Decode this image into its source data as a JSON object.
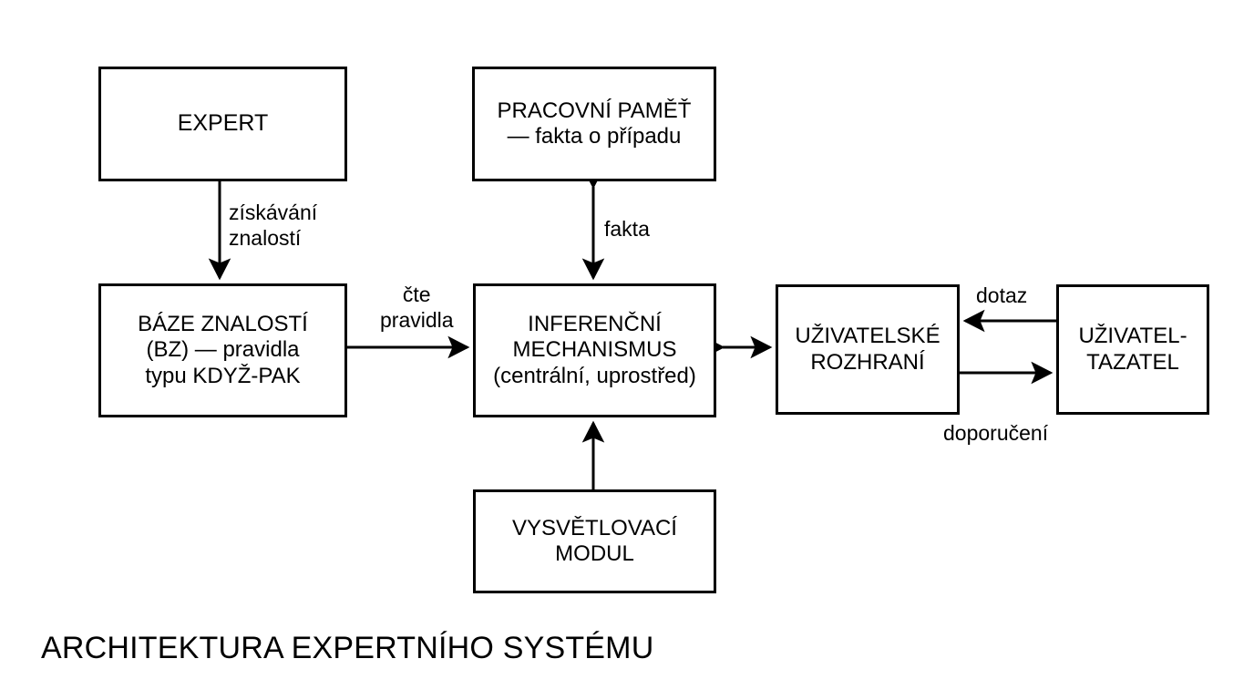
{
  "diagram": {
    "caption": "ARCHITEKTURA EXPERTNÍHO SYSTÉMU",
    "colors": {
      "background": "#ffffff",
      "stroke": "#000000",
      "text": "#000000"
    },
    "nodes": [
      {
        "id": "expert",
        "label": "EXPERT"
      },
      {
        "id": "wm",
        "label": "PRACOVNÍ PAMĚŤ\n— fakta o případu"
      },
      {
        "id": "kb",
        "label": "BÁZE ZNALOSTÍ\n(BZ) — pravidla\ntypu KDYŽ-PAK"
      },
      {
        "id": "inference",
        "label": "INFERENČNÍ\nMECHANISMUS\n(centrální, uprostřed)"
      },
      {
        "id": "ui",
        "label": "UŽIVATELSKÉ\nROZHRANÍ"
      },
      {
        "id": "user",
        "label": "UŽIVATEL-\nTAZATEL"
      },
      {
        "id": "explain",
        "label": "VYSVĚTLOVACÍ\nMODUL"
      }
    ],
    "edges": [
      {
        "id": "acquire",
        "label": "získávání\nznalostí",
        "from": "expert",
        "to": "kb",
        "arrow": "single-down"
      },
      {
        "id": "reads",
        "label": "čte\npravidla",
        "from": "kb",
        "to": "inference",
        "arrow": "single-right"
      },
      {
        "id": "facts",
        "label": "fakta",
        "from": "wm",
        "to": "inference",
        "arrow": "double-vertical"
      },
      {
        "id": "ui-link",
        "label": "",
        "from": "inference",
        "to": "ui",
        "arrow": "double-horizontal"
      },
      {
        "id": "query",
        "label": "dotaz",
        "from": "user",
        "to": "ui",
        "arrow": "single-left"
      },
      {
        "id": "recommend",
        "label": "doporučení",
        "from": "ui",
        "to": "user",
        "arrow": "single-right"
      },
      {
        "id": "explains",
        "label": "",
        "from": "explain",
        "to": "inference",
        "arrow": "single-up"
      }
    ]
  }
}
